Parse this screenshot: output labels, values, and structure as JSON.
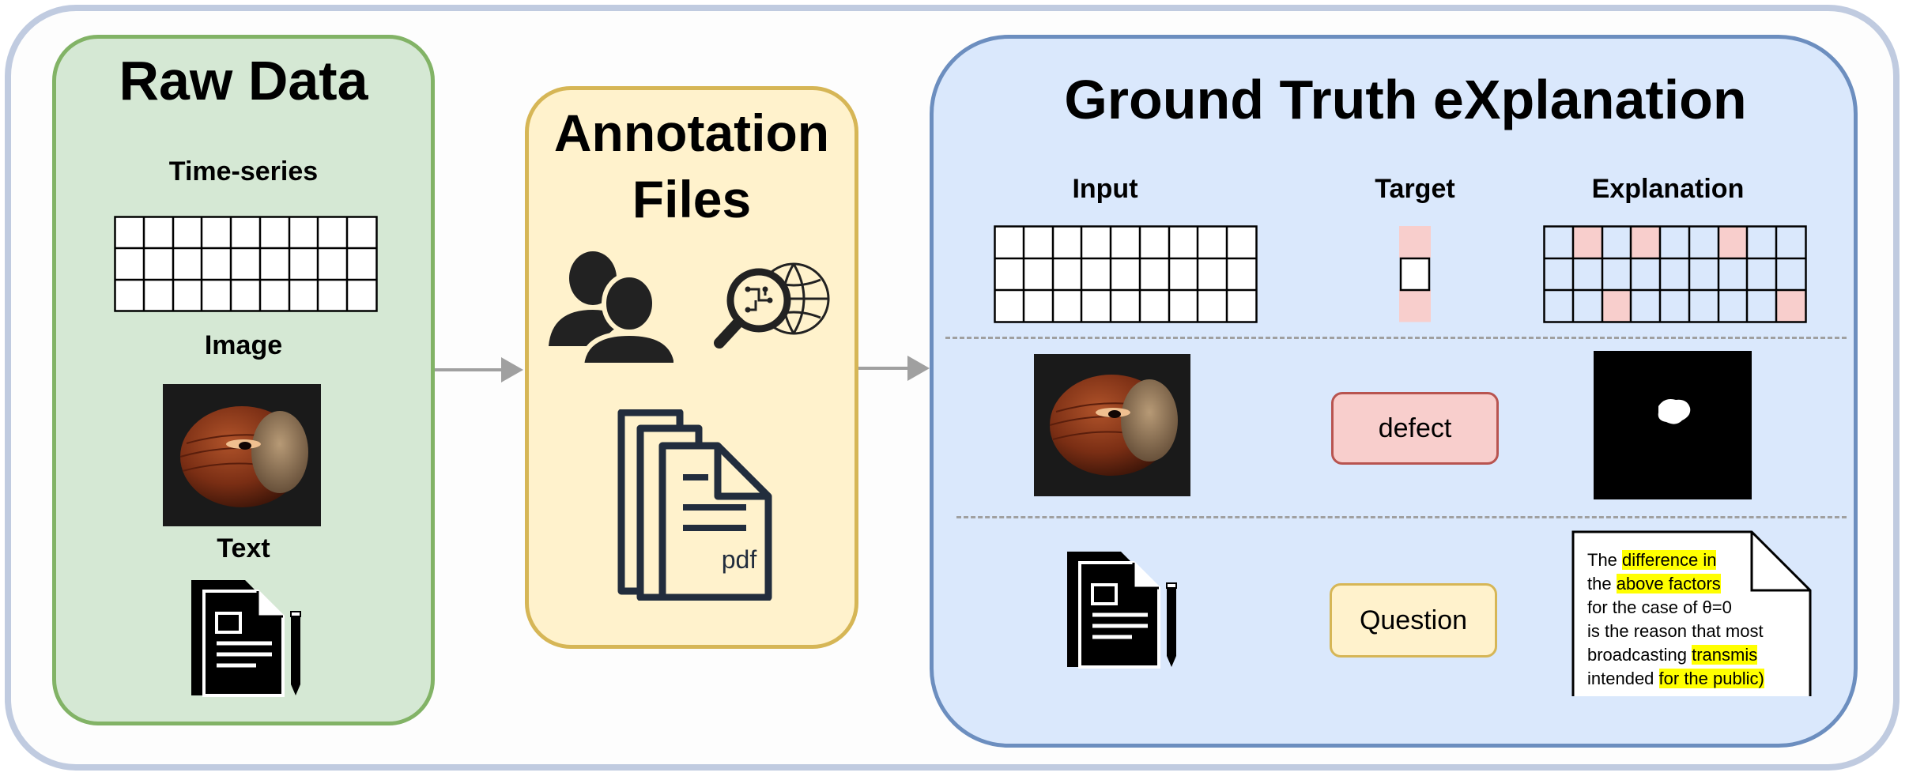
{
  "raw_data": {
    "title": "Raw Data",
    "time_series_label": "Time-series",
    "image_label": "Image",
    "text_label": "Text"
  },
  "annotation": {
    "title_line1": "Annotation",
    "title_line2": "Files",
    "pdf_label": "pdf"
  },
  "ground_truth": {
    "title": "Ground Truth eXplanation",
    "input_label": "Input",
    "target_label": "Target",
    "explanation_label": "Explanation",
    "defect_tag": "defect",
    "question_tag": "Question",
    "explanation_text": {
      "line1_a": "The ",
      "line1_b": "difference in",
      "line2_a": "the ",
      "line2_b": "above factors",
      "line3": "for the case of θ=0",
      "line4": "is the reason that most",
      "line5_a": "broadcasting ",
      "line5_b": "transmis",
      "line6_a": "intended ",
      "line6_b": "for the public)"
    }
  },
  "colors": {
    "raw_fill": "#d5e8d4",
    "raw_border": "#82b366",
    "annotation_fill": "#fff2cc",
    "annotation_border": "#d6b656",
    "gt_fill": "#dae8fc",
    "gt_border": "#6c8ebf",
    "highlight_red": "#f8cecc",
    "highlight_yellow": "#ffff00"
  },
  "icons": [
    "users-icon",
    "magnifier-circuit-icon",
    "pdf-files-icon",
    "document-pen-icon",
    "hazelnut-image",
    "defect-mask-image"
  ]
}
